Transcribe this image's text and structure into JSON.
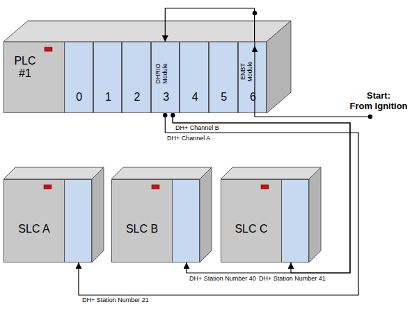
{
  "diagram": {
    "nodes": [
      {
        "text": [
          "PLC #1"
        ]
      },
      {
        "text": [
          "0"
        ],
        "in": 0
      },
      {
        "text": [
          "1"
        ],
        "in": 0
      },
      {
        "text": [
          "2"
        ],
        "in": 0
      },
      {
        "text": [
          "3",
          "DHRIO Module"
        ],
        "in": 0
      },
      {
        "text": [
          "4"
        ],
        "in": 0
      },
      {
        "text": [
          "5"
        ],
        "in": 0
      },
      {
        "text": [
          "6",
          "ENBT Module"
        ],
        "in": 0
      },
      {
        "text": [
          "SLC A"
        ]
      },
      {
        "text": [
          "SLC B"
        ]
      },
      {
        "text": [
          "SLC C"
        ]
      }
    ],
    "edges": [
      {
        "from": 7,
        "to": 4,
        "arrow": "to"
      },
      {
        "from": 4,
        "to": 8,
        "label": "DH+ Channel A",
        "arrow": "to"
      },
      {
        "from": 4,
        "to": 9,
        "label": "DH+ Channel B",
        "arrow": "to"
      },
      {
        "from": 4,
        "to": 10,
        "arrow": "to"
      }
    ],
    "labels": [
      "Start:",
      "From Ignition",
      "DH+ Station Number 40",
      "DH+ Station Number 41",
      "DH+ Station Number 21"
    ]
  }
}
